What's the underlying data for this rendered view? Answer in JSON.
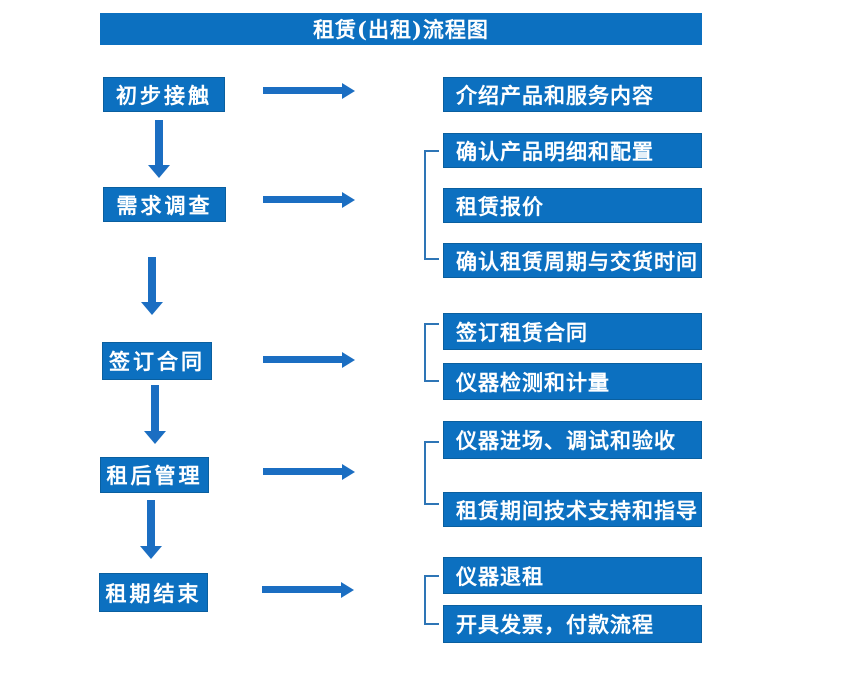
{
  "title": "租赁(出租)流程图",
  "colors": {
    "box_blue": "#0c70c0",
    "arrow_blue": "#1b6ec2",
    "bracket_blue": "#2e75b6",
    "text_white": "#ffffff"
  },
  "steps": [
    {
      "label": "初步接触",
      "outputs": [
        "介绍产品和服务内容"
      ]
    },
    {
      "label": "需求调查",
      "outputs": [
        "确认产品明细和配置",
        "租赁报价",
        "确认租赁周期与交货时间"
      ]
    },
    {
      "label": "签订合同",
      "outputs": [
        "签订租赁合同",
        "仪器检测和计量"
      ]
    },
    {
      "label": "租后管理",
      "outputs": [
        "仪器进场、调试和验收",
        "租赁期间技术支持和指导"
      ]
    },
    {
      "label": "租期结束",
      "outputs": [
        "仪器退租",
        "开具发票，付款流程"
      ]
    }
  ]
}
